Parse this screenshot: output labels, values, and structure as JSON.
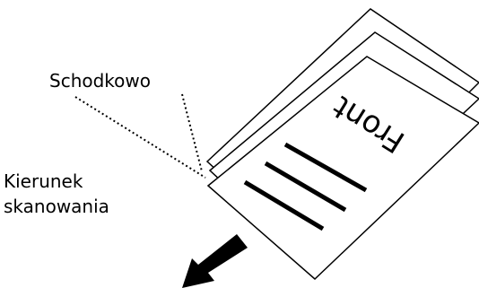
{
  "labels": {
    "staggered": "Schodkowo",
    "scan_direction_line1": "Kierunek",
    "scan_direction_line2": "skanowania",
    "sheet_front_text": "Front"
  },
  "colors": {
    "ink": "#000000",
    "paper": "#ffffff"
  },
  "icons": {
    "scan_direction": "arrow-down-left-icon"
  }
}
